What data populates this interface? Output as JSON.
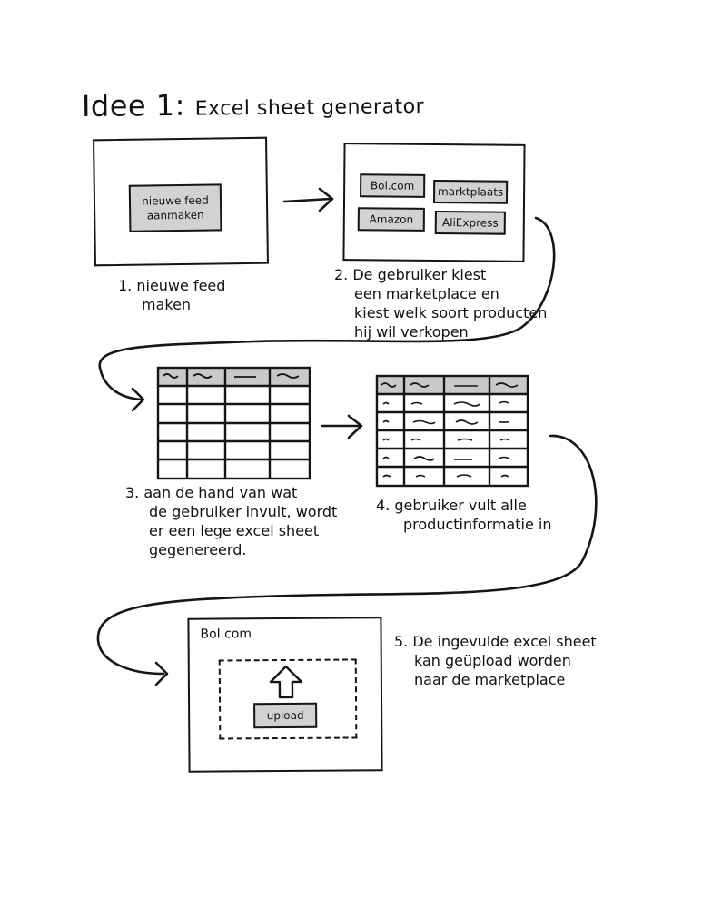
{
  "title": {
    "main": "Idee 1:",
    "sub": "Excel sheet generator"
  },
  "step1": {
    "button_line1": "nieuwe feed",
    "button_line2": "aanmaken",
    "caption_line1": "1. nieuwe feed",
    "caption_line2": "maken"
  },
  "step2": {
    "marketplaces": [
      "Bol.com",
      "marktplaats",
      "Amazon",
      "AliExpress"
    ],
    "caption_lines": [
      "2. De gebruiker kiest",
      "een marketplace en",
      "kiest welk soort producten",
      "hij wil verkopen"
    ]
  },
  "step3": {
    "caption_lines": [
      "3. aan de hand van wat",
      "de gebruiker invult, wordt",
      "er een lege excel sheet",
      "gegenereerd."
    ]
  },
  "step4": {
    "caption_lines": [
      "4. gebruiker vult alle",
      "productinformatie in"
    ]
  },
  "step5": {
    "screen_title": "Bol.com",
    "upload_label": "upload",
    "caption_lines": [
      "5. De ingevulde excel sheet",
      "kan geüpload worden",
      "naar de marketplace"
    ]
  },
  "colors": {
    "ink": "#151515",
    "fill": "#d2d2d2",
    "header_fill": "#c9c9c9"
  }
}
